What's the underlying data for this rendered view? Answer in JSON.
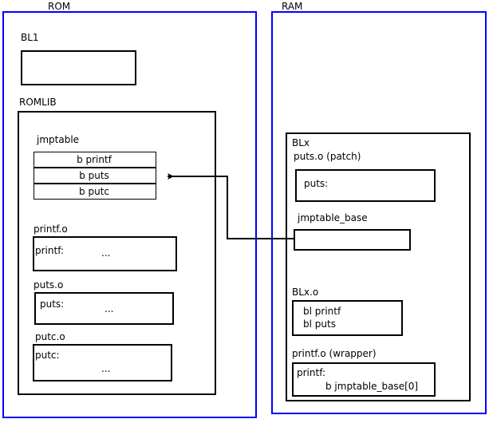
{
  "diagram": {
    "title_regions": [
      "ROM",
      "RAM"
    ],
    "colors": {
      "region_border": "#0000ff",
      "box_border": "#000000",
      "background": "#ffffff",
      "text": "#000000"
    }
  },
  "rom": {
    "label": "ROM",
    "bl1": {
      "label": "BL1",
      "body": ""
    },
    "romlib": {
      "label": "ROMLIB",
      "jmptable": {
        "label": "jmptable",
        "entries": [
          "b printf",
          "b puts",
          "b putc"
        ]
      },
      "objects": [
        {
          "label": "printf.o",
          "symbol": "printf:",
          "ellipsis": "..."
        },
        {
          "label": "puts.o",
          "symbol": "puts:",
          "ellipsis": "..."
        },
        {
          "label": "putc.o",
          "symbol": "putc:",
          "ellipsis": "..."
        }
      ]
    }
  },
  "ram": {
    "label": "RAM",
    "blx": {
      "label": "BLx",
      "puts_patch": {
        "label": "puts.o (patch)",
        "symbol": "puts:"
      },
      "jmptable_base": {
        "label": "jmptable_base",
        "body": ""
      },
      "blx_o": {
        "label": "BLx.o",
        "lines": [
          "bl printf",
          "bl puts"
        ]
      },
      "printf_wrapper": {
        "label": "printf.o (wrapper)",
        "symbol": "printf:",
        "instruction": "b jmptable_base[0]"
      }
    }
  },
  "arrow": {
    "name": "jmptable-base-to-jmptable-puts-arrow",
    "from": "jmptable_base",
    "to": "jmptable entry b puts"
  }
}
